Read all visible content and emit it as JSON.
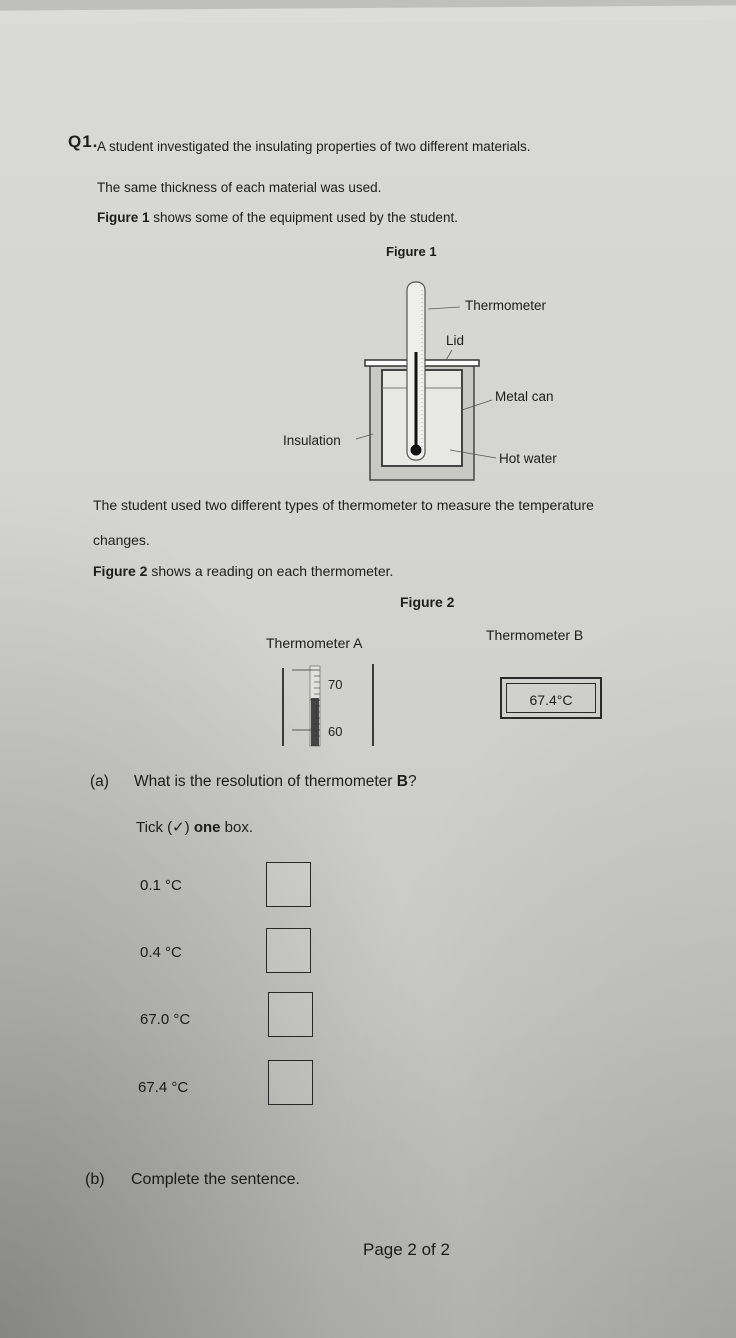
{
  "question": {
    "number": "Q1.",
    "intro": [
      "A student investigated the insulating properties of two different materials.",
      "The same thickness of each material was used."
    ],
    "figure1_sentence": {
      "bold": "Figure 1",
      "rest": " shows some of the equipment used by the student."
    }
  },
  "figure1": {
    "title": "Figure 1",
    "labels": {
      "thermometer": "Thermometer",
      "lid": "Lid",
      "metal_can": "Metal can",
      "insulation": "Insulation",
      "hot_water": "Hot water"
    }
  },
  "middle_text": {
    "line1": "The student used two different types of thermometer to measure the temperature",
    "line2": "changes.",
    "figure2_sentence": {
      "bold": "Figure 2",
      "rest": " shows a reading on each thermometer."
    }
  },
  "figure2": {
    "title": "Figure 2",
    "thermometer_a": {
      "title": "Thermometer A",
      "scale_upper": "70",
      "scale_lower": "60"
    },
    "thermometer_b": {
      "title": "Thermometer B",
      "display": "67.4°C"
    }
  },
  "part_a": {
    "label": "(a)",
    "question_pre": "What is the resolution of thermometer ",
    "question_bold": "B",
    "question_post": "?",
    "instruction_pre": "Tick (✓) ",
    "instruction_bold": "one",
    "instruction_post": " box.",
    "options": [
      "0.1 °C",
      "0.4 °C",
      "67.0 °C",
      "67.4 °C"
    ]
  },
  "part_b": {
    "label": "(b)",
    "text": "Complete the sentence."
  },
  "footer": {
    "page": "Page 2 of 2"
  }
}
